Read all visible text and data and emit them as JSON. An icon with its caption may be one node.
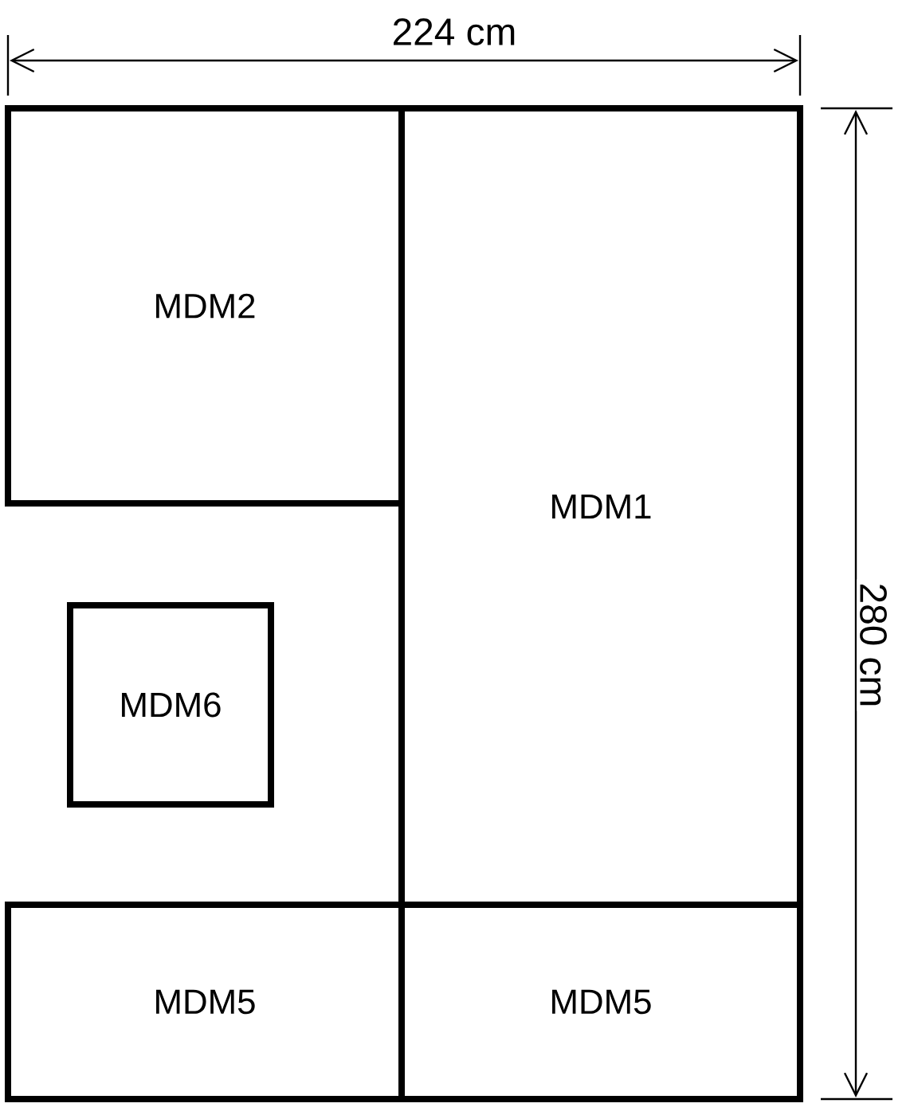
{
  "diagram": {
    "nodes": [
      {
        "text": [
          "MDM2"
        ]
      },
      {
        "text": [
          "MDM1"
        ]
      },
      {
        "text": [
          "MDM6"
        ]
      },
      {
        "text": [
          "MDM5"
        ]
      },
      {
        "text": [
          "MDM5"
        ]
      }
    ],
    "labels": [
      "224 cm",
      "280 cm"
    ]
  }
}
